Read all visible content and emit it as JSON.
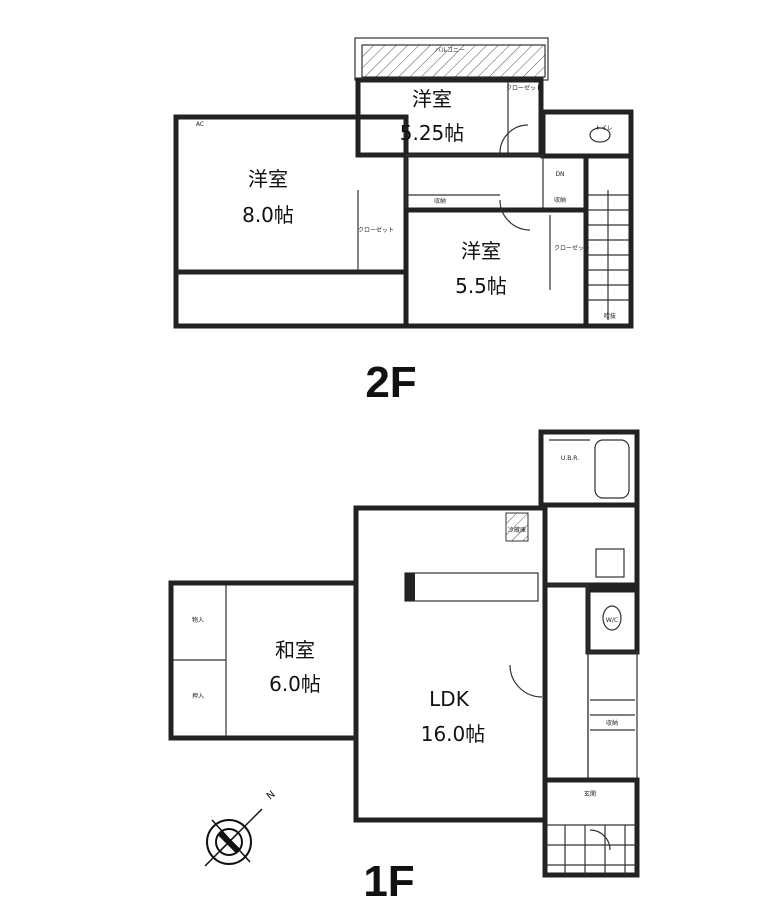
{
  "floors": [
    {
      "label": "2F",
      "rooms": [
        {
          "name": "洋室",
          "size": "8.0帖"
        },
        {
          "name": "洋室",
          "size": "5.25帖"
        },
        {
          "name": "洋室",
          "size": "5.5帖"
        }
      ],
      "annotations": [
        "AC",
        "クローゼット",
        "クローゼット",
        "クローゼット",
        "収納",
        "収納",
        "DN",
        "吹抜",
        "バルコニー",
        "トイレ"
      ]
    },
    {
      "label": "1F",
      "rooms": [
        {
          "name": "和室",
          "size": "6.0帖"
        },
        {
          "name": "LDK",
          "size": "16.0帖"
        }
      ],
      "annotations": [
        "U.B.R.",
        "物入",
        "押入",
        "W/C",
        "収納",
        "玄関",
        "冷蔵庫"
      ]
    }
  ],
  "compass": {
    "icon": "compass-icon",
    "direction": "N"
  }
}
